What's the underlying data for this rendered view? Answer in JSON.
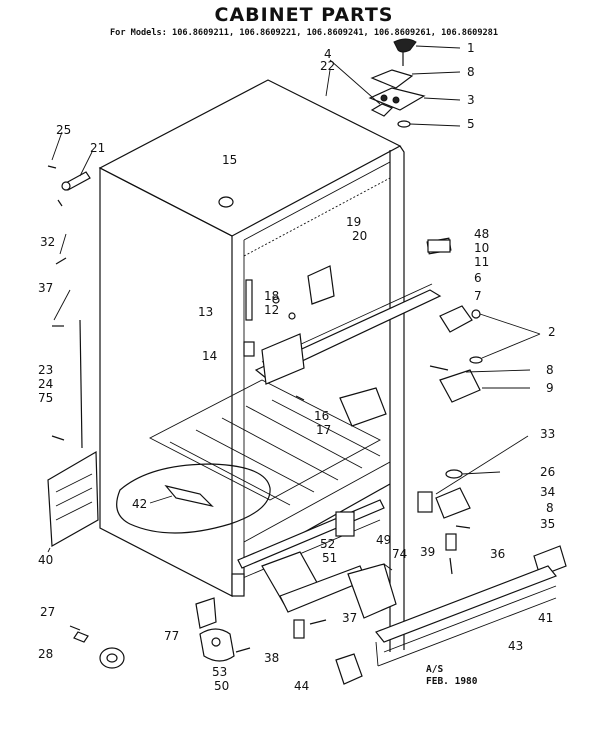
{
  "title": "CABINET PARTS",
  "models_line": "For Models: 106.8609211, 106.8609221, 106.8609241, 106.8609261, 106.8609281",
  "footer": {
    "line1": "A/S",
    "line2": "FEB. 1980"
  },
  "callouts": [
    "1",
    "8",
    "3",
    "5",
    "4",
    "22",
    "25",
    "21",
    "15",
    "32",
    "19",
    "20",
    "48",
    "10",
    "11",
    "6",
    "7",
    "2",
    "37",
    "13",
    "18",
    "12",
    "14",
    "8",
    "9",
    "23",
    "24",
    "75",
    "16",
    "17",
    "33",
    "26",
    "34",
    "8",
    "35",
    "42",
    "49",
    "52",
    "51",
    "74",
    "39",
    "36",
    "40",
    "41",
    "27",
    "28",
    "37",
    "77",
    "53",
    "50",
    "38",
    "43",
    "44"
  ]
}
